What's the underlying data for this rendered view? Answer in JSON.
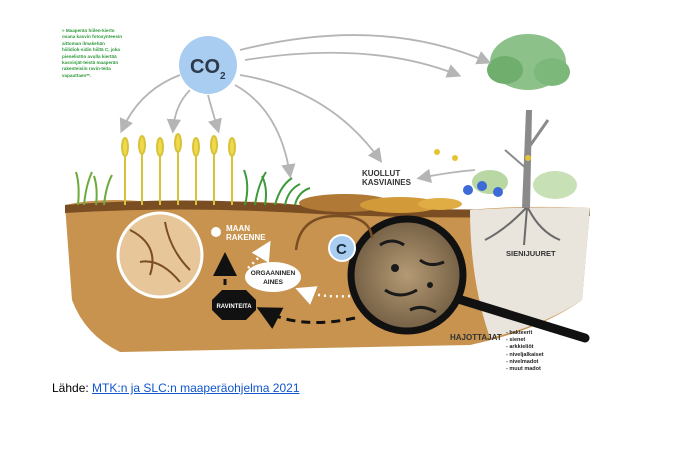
{
  "figure": {
    "intro_text": "» Maaperän hiilen-kierto osana kasvin fotosynteesin aittoman ilmakehän hiilidiok-sidin hiiltä C, joka pienelistön avulla kiertää kasvinjät-teistä maaperän rakenteisiin ravin-teita vapauttaen**.",
    "co2_main": "CO",
    "co2_sub": "2",
    "dead_plants_line1": "KUOLLUT",
    "dead_plants_line2": "KASVIAINES",
    "soil_structure_line1": "MAAN",
    "soil_structure_line2": "RAKENNE",
    "organic_matter_line1": "ORGAANINEN",
    "organic_matter_line2": "AINES",
    "nutrients": "RAVINTEITA",
    "carbon": "C",
    "mycorrhiza": "SIENIJUURET",
    "decomposers_title": "HAJOTTAJAT",
    "decomposers": [
      "- bakteerit",
      "- sienet",
      "- arkkieliöt",
      "- niveljalkaiset",
      "- nivelmadot",
      "- muut madot"
    ]
  },
  "source": {
    "prefix": "Lähde: ",
    "link_text": "MTK:n ja SLC:n maaperäohjelma 2021"
  },
  "colors": {
    "soil": "#c8934f",
    "soil_dark": "#a8743a",
    "co2_bubble": "#a9cdf0",
    "green_text": "#2f9a3c",
    "link": "#1155cc"
  }
}
